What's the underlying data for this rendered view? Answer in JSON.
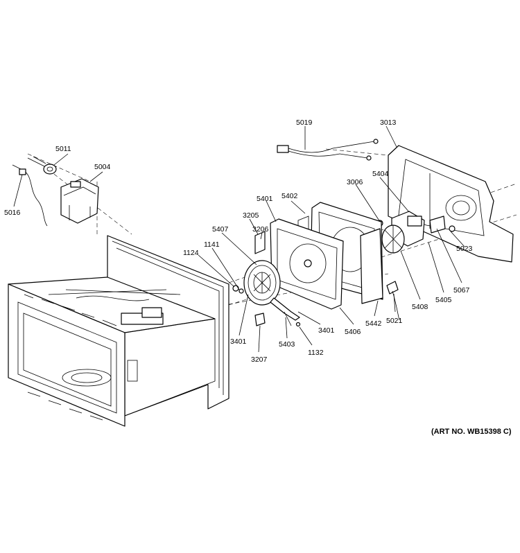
{
  "diagram": {
    "art_number": "(ART NO. WB15398 C)",
    "callouts": [
      {
        "id": "5011",
        "text": "5011"
      },
      {
        "id": "5004",
        "text": "5004"
      },
      {
        "id": "5016",
        "text": "5016"
      },
      {
        "id": "5019",
        "text": "5019"
      },
      {
        "id": "3013",
        "text": "3013"
      },
      {
        "id": "5404",
        "text": "5404"
      },
      {
        "id": "3006",
        "text": "3006"
      },
      {
        "id": "5402",
        "text": "5402"
      },
      {
        "id": "5401",
        "text": "5401"
      },
      {
        "id": "3205",
        "text": "3205"
      },
      {
        "id": "5407",
        "text": "5407"
      },
      {
        "id": "3206",
        "text": "3206"
      },
      {
        "id": "1141",
        "text": "1141"
      },
      {
        "id": "1124",
        "text": "1124"
      },
      {
        "id": "5023",
        "text": "5023"
      },
      {
        "id": "5067",
        "text": "5067"
      },
      {
        "id": "5405",
        "text": "5405"
      },
      {
        "id": "5408",
        "text": "5408"
      },
      {
        "id": "5021",
        "text": "5021"
      },
      {
        "id": "5442",
        "text": "5442"
      },
      {
        "id": "5406",
        "text": "5406"
      },
      {
        "id": "3401a",
        "text": "3401"
      },
      {
        "id": "3401b",
        "text": "3401"
      },
      {
        "id": "5403",
        "text": "5403"
      },
      {
        "id": "1132",
        "text": "1132"
      },
      {
        "id": "3207",
        "text": "3207"
      }
    ]
  }
}
